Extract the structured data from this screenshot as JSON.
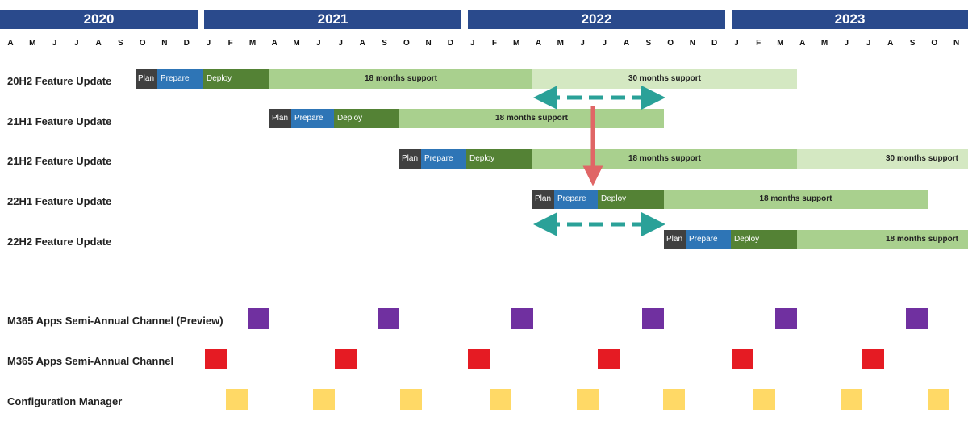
{
  "years": [
    "2020",
    "2021",
    "2022",
    "2023"
  ],
  "months": [
    "A",
    "M",
    "J",
    "J",
    "A",
    "S",
    "O",
    "N",
    "D",
    "J",
    "F",
    "M",
    "A",
    "M",
    "J",
    "J",
    "A",
    "S",
    "O",
    "N",
    "D",
    "J",
    "F",
    "M",
    "A",
    "M",
    "J",
    "J",
    "A",
    "S",
    "O",
    "N",
    "D",
    "J",
    "F",
    "M",
    "A",
    "M",
    "J",
    "J",
    "A",
    "S",
    "O",
    "N"
  ],
  "colors": {
    "year_header": "#2a4a8c",
    "plan": "#404040",
    "prepare": "#2e75b6",
    "deploy": "#548235",
    "support_18": "#a9d08e",
    "support_30": "#d4e8c2",
    "dashed_arrow": "#2aa198",
    "red_arrow": "#e06666",
    "preview_marker": "#7030a0",
    "sac_marker": "#e51b23",
    "cm_marker": "#ffd966"
  },
  "rows": [
    {
      "label": "20H2 Feature Update",
      "segments": [
        {
          "kind": "plan",
          "label": "Plan"
        },
        {
          "kind": "prepare",
          "label": "Prepare"
        },
        {
          "kind": "deploy",
          "label": "Deploy"
        },
        {
          "kind": "support_18",
          "label": "18 months support"
        },
        {
          "kind": "support_30",
          "label": "30 months support"
        }
      ]
    },
    {
      "label": "21H1 Feature Update",
      "segments": [
        {
          "kind": "plan",
          "label": "Plan"
        },
        {
          "kind": "prepare",
          "label": "Prepare"
        },
        {
          "kind": "deploy",
          "label": "Deploy"
        },
        {
          "kind": "support_18",
          "label": "18 months support"
        }
      ]
    },
    {
      "label": "21H2 Feature Update",
      "segments": [
        {
          "kind": "plan",
          "label": "Plan"
        },
        {
          "kind": "prepare",
          "label": "Prepare"
        },
        {
          "kind": "deploy",
          "label": "Deploy"
        },
        {
          "kind": "support_18",
          "label": "18 months support"
        },
        {
          "kind": "support_30",
          "label": "30 months support"
        }
      ]
    },
    {
      "label": "22H1 Feature Update",
      "segments": [
        {
          "kind": "plan",
          "label": "Plan"
        },
        {
          "kind": "prepare",
          "label": "Prepare"
        },
        {
          "kind": "deploy",
          "label": "Deploy"
        },
        {
          "kind": "support_18",
          "label": "18 months support"
        }
      ]
    },
    {
      "label": "22H2 Feature Update",
      "segments": [
        {
          "kind": "plan",
          "label": "Plan"
        },
        {
          "kind": "prepare",
          "label": "Prepare"
        },
        {
          "kind": "deploy",
          "label": "Deploy"
        },
        {
          "kind": "support_18",
          "label": "18 months support"
        }
      ]
    }
  ],
  "channels": [
    {
      "label": "M365 Apps Semi-Annual Channel (Preview)"
    },
    {
      "label": "M365 Apps Semi-Annual Channel"
    },
    {
      "label": "Configuration Manager"
    }
  ]
}
